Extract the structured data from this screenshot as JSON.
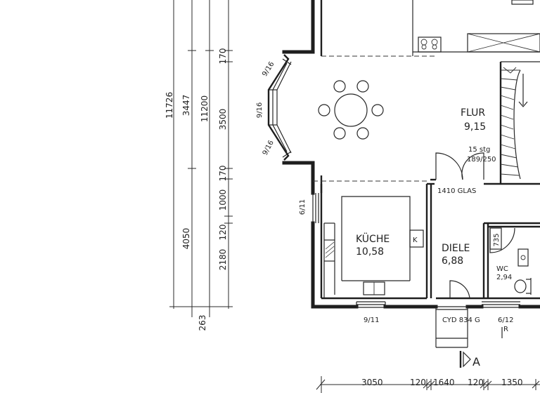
{
  "dimensions_left": {
    "total": "11726",
    "upper": "3447",
    "mid_total": "11200",
    "lower": "4050",
    "bottom_offset": "263",
    "seg_170_top": "170",
    "seg_3500": "3500",
    "seg_170_mid": "170",
    "seg_1000": "1000",
    "seg_120": "120",
    "seg_2180": "2180"
  },
  "dimensions_bottom": {
    "d1": "3050",
    "d2": "120",
    "d3": "1640",
    "d4": "120",
    "d5": "1350"
  },
  "rooms": {
    "flur": {
      "name": "FLUR",
      "area": "9,15"
    },
    "kueche": {
      "name": "KÜCHE",
      "area": "10,58"
    },
    "diele": {
      "name": "DIELE",
      "area": "6,88"
    },
    "wc": {
      "name": "WC",
      "area": "2,94"
    }
  },
  "labels": {
    "stair_count": "15 stg",
    "stair_ratio": "189/250",
    "door_glass": "1410 GLAS",
    "window_bay_top": "9/16",
    "window_bay_mid": "9/16",
    "window_bay_bottom": "9/16",
    "window_left": "6/11",
    "window_kitchen": "9/11",
    "door_entrance": "CYD 834 G",
    "window_wc": "6/12",
    "window_wc_r": "R",
    "wc_door": "735",
    "kitchen_k": "K",
    "section_marker": "A"
  }
}
